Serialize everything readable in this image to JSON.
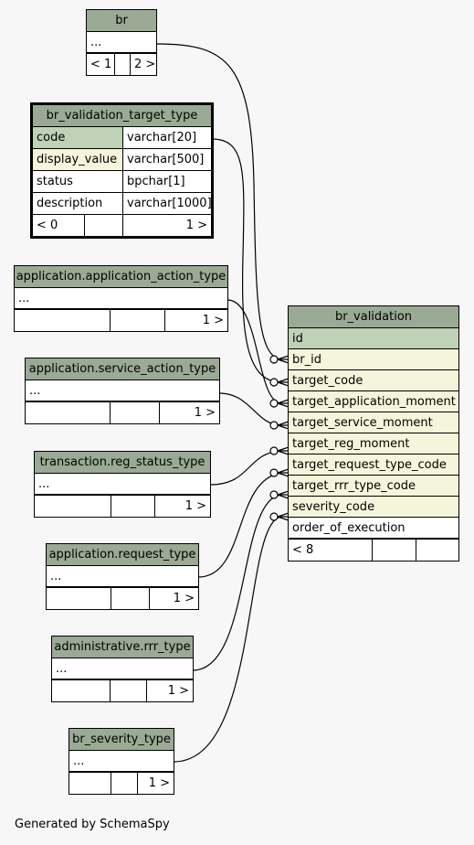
{
  "tables": {
    "br": {
      "name": "br",
      "rows": [
        "..."
      ],
      "footer": [
        "< 1",
        "",
        "2 >"
      ]
    },
    "br_validation_target_type": {
      "name": "br_validation_target_type",
      "columns": [
        {
          "name": "code",
          "type": "varchar[20]"
        },
        {
          "name": "display_value",
          "type": "varchar[500]"
        },
        {
          "name": "status",
          "type": "bpchar[1]"
        },
        {
          "name": "description",
          "type": "varchar[1000]"
        }
      ],
      "footer": [
        "< 0",
        "",
        "1 >"
      ]
    },
    "application_action_type": {
      "name": "application.application_action_type",
      "rows": [
        "..."
      ],
      "footer": [
        "",
        "",
        "1 >"
      ]
    },
    "service_action_type": {
      "name": "application.service_action_type",
      "rows": [
        "..."
      ],
      "footer": [
        "",
        "",
        "1 >"
      ]
    },
    "reg_status_type": {
      "name": "transaction.reg_status_type",
      "rows": [
        "..."
      ],
      "footer": [
        "",
        "",
        "1 >"
      ]
    },
    "request_type": {
      "name": "application.request_type",
      "rows": [
        "..."
      ],
      "footer": [
        "",
        "",
        "1 >"
      ]
    },
    "rrr_type": {
      "name": "administrative.rrr_type",
      "rows": [
        "..."
      ],
      "footer": [
        "",
        "",
        "1 >"
      ]
    },
    "severity_type": {
      "name": "br_severity_type",
      "rows": [
        "..."
      ],
      "footer": [
        "",
        "",
        "1 >"
      ]
    },
    "br_validation": {
      "name": "br_validation",
      "columns": [
        "id",
        "br_id",
        "target_code",
        "target_application_moment",
        "target_service_moment",
        "target_reg_moment",
        "target_request_type_code",
        "target_rrr_type_code",
        "severity_code",
        "order_of_execution"
      ],
      "footer": [
        "< 8",
        "",
        ""
      ]
    }
  },
  "credit": "Generated by SchemaSpy",
  "colors": {
    "header": "#9aaa94",
    "primary_key": "#bfd1b7",
    "foreign_key": "#f5f5dc",
    "background": "#f7f7f7"
  }
}
